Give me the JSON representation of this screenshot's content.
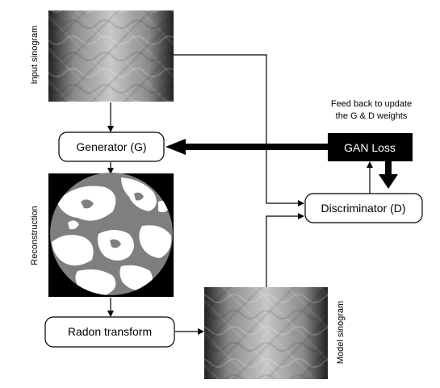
{
  "labels": {
    "input_sinogram": "Input sinogram",
    "reconstruction": "Reconstruction",
    "model_sinogram": "Model sinogram"
  },
  "boxes": {
    "generator": "Generator (G)",
    "radon_transform": "Radon transform",
    "discriminator": "Discriminator (D)",
    "gan_loss": "GAN Loss"
  },
  "feedback_note": {
    "line1": "Feed back to update",
    "line2": "the G & D weights"
  },
  "colors": {
    "reconstruction_phase_a": "#ffffff",
    "reconstruction_phase_b": "#7f7f7f",
    "background_frame": "#000000",
    "gan_loss_fill": "#000000",
    "gan_loss_text": "#ffffff"
  }
}
